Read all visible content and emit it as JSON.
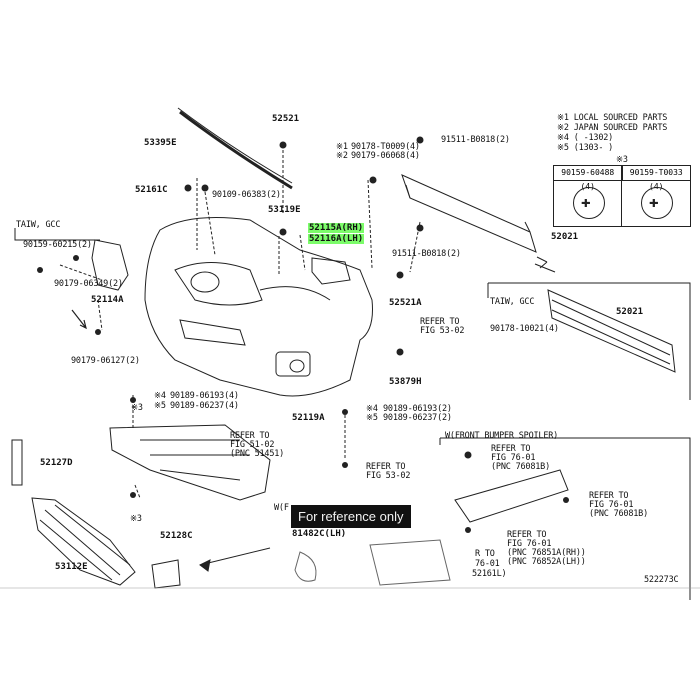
{
  "diagram_id": "522273C",
  "badge": "For reference only",
  "legend": {
    "l1": "※1 LOCAL SOURCED PARTS",
    "l2": "※2 JAPAN SOURCED PARTS",
    "l3": "※4 (    -1302)",
    "l4": "※5 (1303-     )"
  },
  "fasteners": {
    "mark": "※3",
    "a": "90159-60488 (4)",
    "b": "90159-T0033 (4)"
  },
  "sections": {
    "taiw_gcc_left": "TAIW, GCC",
    "taiw_gcc_right": "TAIW, GCC",
    "front_bumper_spoiler": "W(FRONT BUMPER SPOILER)",
    "w_partial": "W(F"
  },
  "parts": {
    "p53395E": "53395E",
    "p52521": "52521",
    "p52161C": "52161C",
    "p90109": "90109-06383(2)",
    "p53119E": "53119E",
    "p52115A": "52115A(RH)",
    "p52116A": "52116A(LH)",
    "p90178": "90178-T0009(4)",
    "p90179_068": "90179-06068(4)",
    "m1": "※1",
    "m2": "※2",
    "p91511_top": "91511-B0818(2)",
    "p91511_bot": "91511-B0818(2)",
    "p52021_top": "52021",
    "p90159_60215": "90159-60215(2)",
    "p90179_06349": "90179-06349(2)",
    "p52114A": "52114A",
    "p90179_06127": "90179-06127(2)",
    "p52521A": "52521A",
    "p52021_bot": "52021",
    "p90178_10021": "90178-10021(4)",
    "p53879H": "53879H",
    "p90189_06193_l": "90189-06193(4)",
    "p90189_06237_l": "90189-06237(4)",
    "m4_l": "※4",
    "m5_l": "※5",
    "p52119A": "52119A",
    "p90189_06193_r": "90189-06193(2)",
    "p90189_06237_r": "90189-06237(2)",
    "m4_r": "※4",
    "m5_r": "※5",
    "p52127D": "52127D",
    "p53112E": "53112E",
    "p52128C": "52128C",
    "p81482C": "81482C(LH)",
    "m3_a": "※3",
    "m3_b": "※3"
  },
  "refs": {
    "fig53_02a": [
      "REFER TO",
      "FIG 53-02"
    ],
    "fig51_02": [
      "REFER TO",
      "FIG 51-02",
      "(PNC 51451)"
    ],
    "fig53_02b": [
      "REFER TO",
      "FIG 53-02"
    ],
    "fig76_01a": [
      "REFER TO",
      "FIG 76-01",
      "(PNC 76081B)"
    ],
    "fig76_01b": [
      "REFER TO",
      "FIG 76-01",
      "(PNC 76081B)"
    ],
    "fig76_01c": [
      "REFER TO",
      "FIG 76-01",
      "(PNC 76851A(RH))",
      "(PNC 76852A(LH))"
    ],
    "frag": [
      "R TO",
      "76-01",
      "52161L)"
    ]
  },
  "colors": {
    "highlight": "#7CFC6a",
    "line": "#222222"
  }
}
